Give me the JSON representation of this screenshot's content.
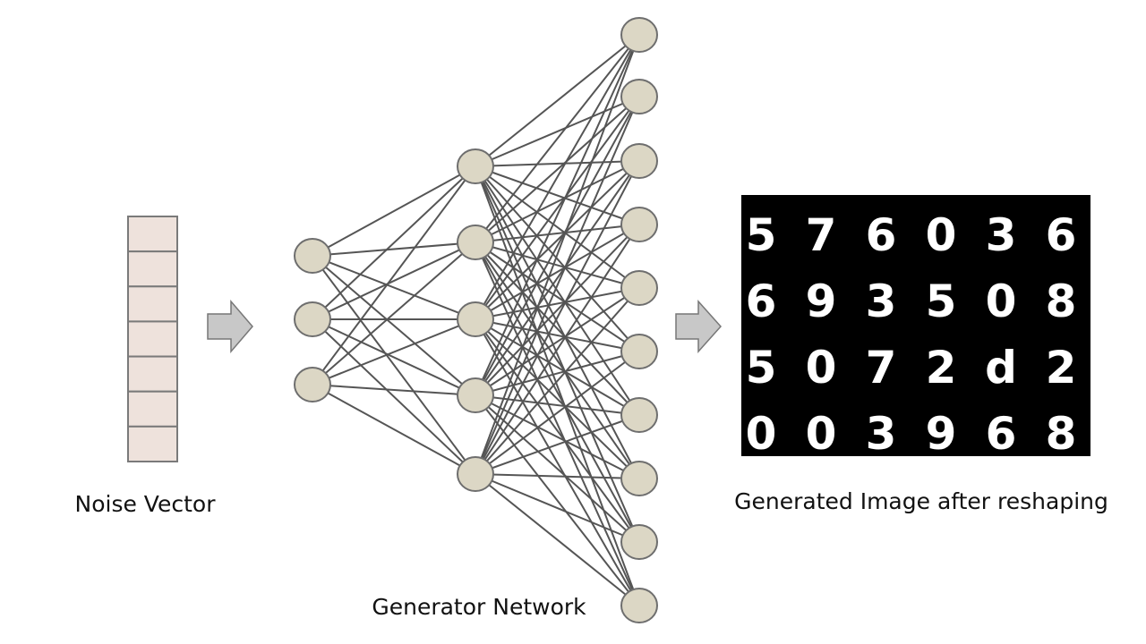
{
  "labels": {
    "noise_vector": "Noise Vector",
    "generator_network": "Generator Network",
    "generated_image": "Generated Image after reshaping"
  },
  "noise_vector": {
    "cells": 7
  },
  "network": {
    "layers": [
      3,
      5,
      10
    ]
  },
  "generated_grid": {
    "rows": [
      [
        "5",
        "7",
        "6",
        "0",
        "3",
        "6"
      ],
      [
        "6",
        "9",
        "3",
        "5",
        "0",
        "8"
      ],
      [
        "5",
        "0",
        "7",
        "2",
        "d",
        "2"
      ],
      [
        "0",
        "0",
        "3",
        "9",
        "6",
        "8"
      ]
    ]
  },
  "colors": {
    "node_fill": "#dcd7c5",
    "node_stroke": "#6e6e6e",
    "edge": "#555555",
    "cell_fill": "#eee2dc",
    "cell_stroke": "#7a7a7a",
    "arrow_fill": "#c8c8c8",
    "arrow_stroke": "#777777",
    "image_bg": "#000000"
  }
}
